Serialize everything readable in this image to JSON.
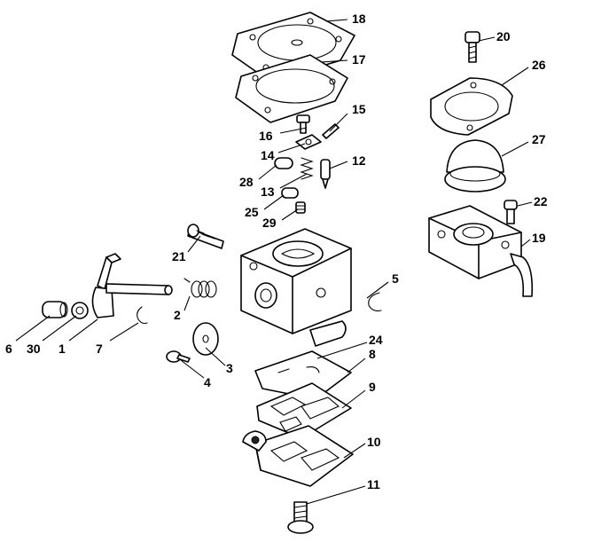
{
  "callouts": [
    {
      "id": "p1",
      "label": "1"
    },
    {
      "id": "p2",
      "label": "2"
    },
    {
      "id": "p3",
      "label": "3"
    },
    {
      "id": "p4",
      "label": "4"
    },
    {
      "id": "p5",
      "label": "5"
    },
    {
      "id": "p6",
      "label": "6"
    },
    {
      "id": "p7",
      "label": "7"
    },
    {
      "id": "p8",
      "label": "8"
    },
    {
      "id": "p9",
      "label": "9"
    },
    {
      "id": "p10",
      "label": "10"
    },
    {
      "id": "p11",
      "label": "11"
    },
    {
      "id": "p12",
      "label": "12"
    },
    {
      "id": "p13",
      "label": "13"
    },
    {
      "id": "p14",
      "label": "14"
    },
    {
      "id": "p15",
      "label": "15"
    },
    {
      "id": "p16",
      "label": "16"
    },
    {
      "id": "p17",
      "label": "17"
    },
    {
      "id": "p18",
      "label": "18"
    },
    {
      "id": "p19",
      "label": "19"
    },
    {
      "id": "p20",
      "label": "20"
    },
    {
      "id": "p21",
      "label": "21"
    },
    {
      "id": "p22",
      "label": "22"
    },
    {
      "id": "p24",
      "label": "24"
    },
    {
      "id": "p25",
      "label": "25"
    },
    {
      "id": "p26",
      "label": "26"
    },
    {
      "id": "p27",
      "label": "27"
    },
    {
      "id": "p28",
      "label": "28"
    },
    {
      "id": "p29",
      "label": "29"
    },
    {
      "id": "p30",
      "label": "30"
    }
  ]
}
